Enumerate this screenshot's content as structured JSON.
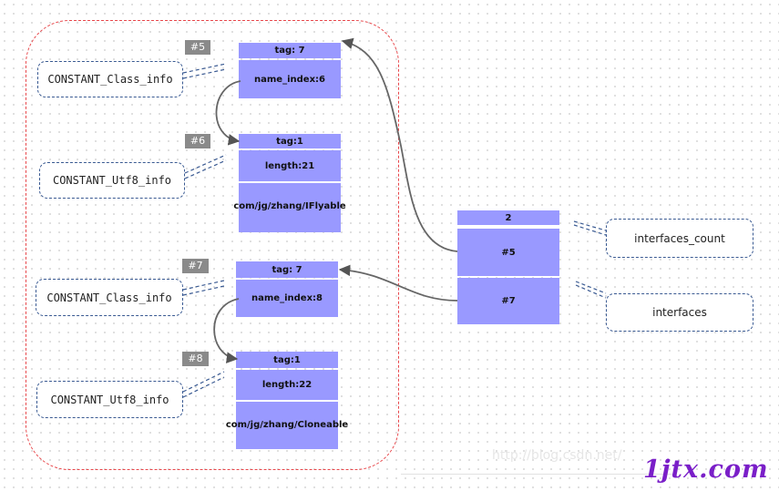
{
  "callouts": {
    "class_info_1": "CONSTANT_Class_info",
    "utf8_info_1": "CONSTANT_Utf8_info",
    "class_info_2": "CONSTANT_Class_info",
    "utf8_info_2": "CONSTANT_Utf8_info",
    "interfaces_count": "interfaces_count",
    "interfaces": "interfaces"
  },
  "badges": {
    "b5": "#5",
    "b6": "#6",
    "b7": "#7",
    "b8": "#8"
  },
  "entries": {
    "e5": {
      "tag": "tag: 7",
      "name_index": "name_index:6"
    },
    "e6": {
      "tag": "tag:1",
      "length": "length:21",
      "bytes": "com/jg/zhang/IFlyable"
    },
    "e7": {
      "tag": "tag: 7",
      "name_index": "name_index:8"
    },
    "e8": {
      "tag": "tag:1",
      "length": "length:22",
      "bytes": "com/jg/zhang/Cloneable"
    }
  },
  "interfaces_table": {
    "count": "2",
    "item1": "#5",
    "item2": "#7"
  },
  "colors": {
    "cell_fill": "#9999ff",
    "region_border": "#e8474b",
    "callout_border": "#3a5a92",
    "badge": "#8a8a8a"
  },
  "watermark": {
    "logo": "1jtx.com",
    "faint": "http://blog.csdn.net/"
  }
}
